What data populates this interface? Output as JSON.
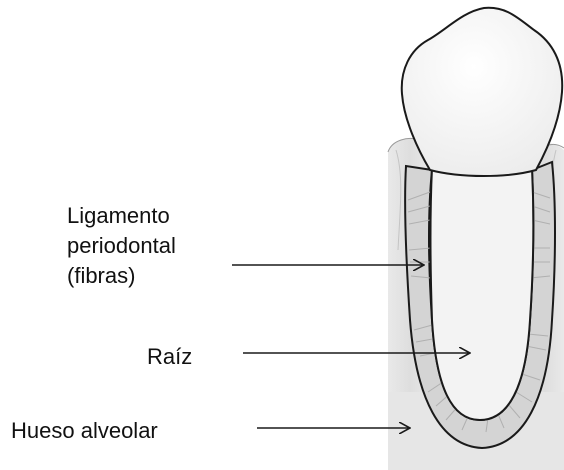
{
  "labels": {
    "ligament": [
      "Ligamento",
      "periodontal",
      "(fibras)"
    ],
    "root": "Raíz",
    "bone": "Hueso alveolar"
  },
  "colors": {
    "outline": "#1a1a1a",
    "enamel": "#f7f7f7",
    "bone": "#e4e4e4",
    "ligament": "#cfcfcf",
    "root": "#f2f2f2",
    "fibers": "#bdbdbd"
  }
}
